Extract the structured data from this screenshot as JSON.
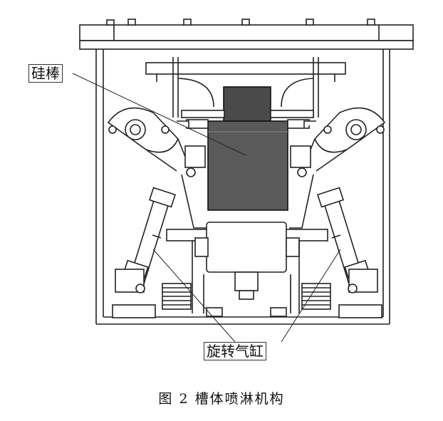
{
  "labels": {
    "silicon_rod": "硅棒",
    "rotary_cylinder": "旋转气缸"
  },
  "caption": "图 2  槽体喷淋机构",
  "colors": {
    "line": "#222222",
    "rod_dark": "#4a4a4a",
    "rod_mid": "#5a5a5a",
    "background": "#ffffff"
  }
}
